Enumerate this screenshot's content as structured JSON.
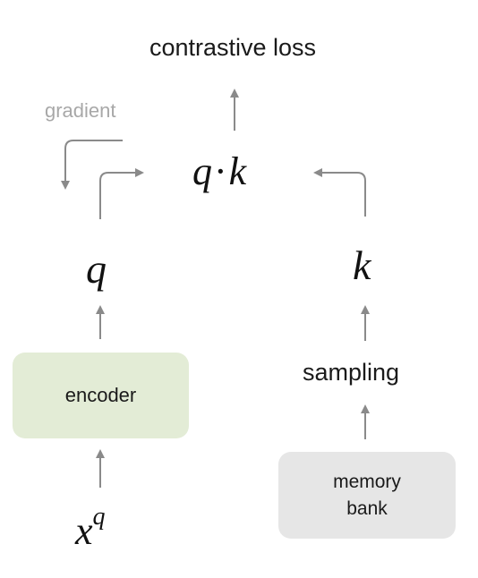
{
  "title": "contrastive loss",
  "gradient_label": "gradient",
  "dot_product": {
    "q": "q",
    "dot": "·",
    "k": "k"
  },
  "query_label": "q",
  "key_label": "k",
  "sampling_label": "sampling",
  "encoder_box": {
    "label": "encoder",
    "color": "#e3ecd6"
  },
  "memory_box": {
    "label": "memory\nbank",
    "color": "#e6e6e6"
  },
  "input_label": {
    "base": "x",
    "superscript": "q"
  },
  "colors": {
    "arrow": "#8a8a8a",
    "gradient_text": "#a8a8a8",
    "text": "#1a1a1a"
  }
}
